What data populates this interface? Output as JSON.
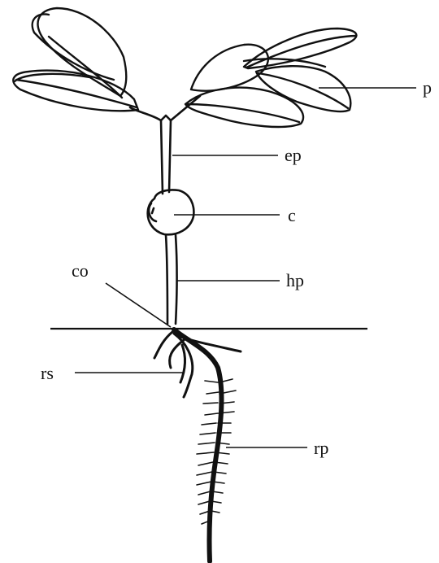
{
  "figure": {
    "labels": {
      "p": "p",
      "ep": "ep",
      "c": "c",
      "co": "co",
      "hp": "hp",
      "rs": "rs",
      "rp": "rp"
    }
  }
}
